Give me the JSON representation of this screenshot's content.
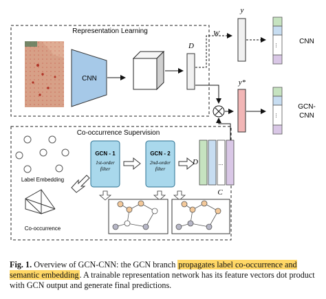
{
  "figure": {
    "representation_learning_label": "Representation Learning",
    "cnn_label": "CNN",
    "d_label_top": "D",
    "w_label": "W",
    "y_label": "y",
    "y_star_label": "y*",
    "output_cnn_label": "CNN",
    "output_gcn_cnn_line1": "GCN-",
    "output_gcn_cnn_line2": "CNN",
    "cooccurrence_supervision_label": "Co-occurrence Supervision",
    "label_embedding_label": "Label Embedding",
    "cooccurrence_label": "Co-occurrence",
    "gcn1_title": "GCN - 1",
    "gcn1_sub1": "1st-order",
    "gcn1_sub2": "filter",
    "gcn2_title": "GCN - 2",
    "gcn2_sub1": "2nd-order",
    "gcn2_sub2": "filter",
    "d_label_bottom": "D",
    "c_label": "C",
    "dots": "...",
    "colors": {
      "cnn": "#a6c9e8",
      "gcn": "#a9d8ec",
      "green": "#c6e3c0",
      "blue": "#c7ddf1",
      "purple": "#d9c7e6",
      "red": "#f2b6b6",
      "orange_node": "#f4c99a",
      "gray_node": "#b7b7c7",
      "caption_highlight": "#ffd766"
    }
  },
  "caption": {
    "fig_label": "Fig. 1.",
    "text1": " Overview of GCN-CNN: the GCN branch ",
    "highlight1": "propagates label co-occurrence and semantic embedding",
    "text2": ". A trainable representation network has its feature vectors dot product with GCN output and generate final predictions."
  }
}
